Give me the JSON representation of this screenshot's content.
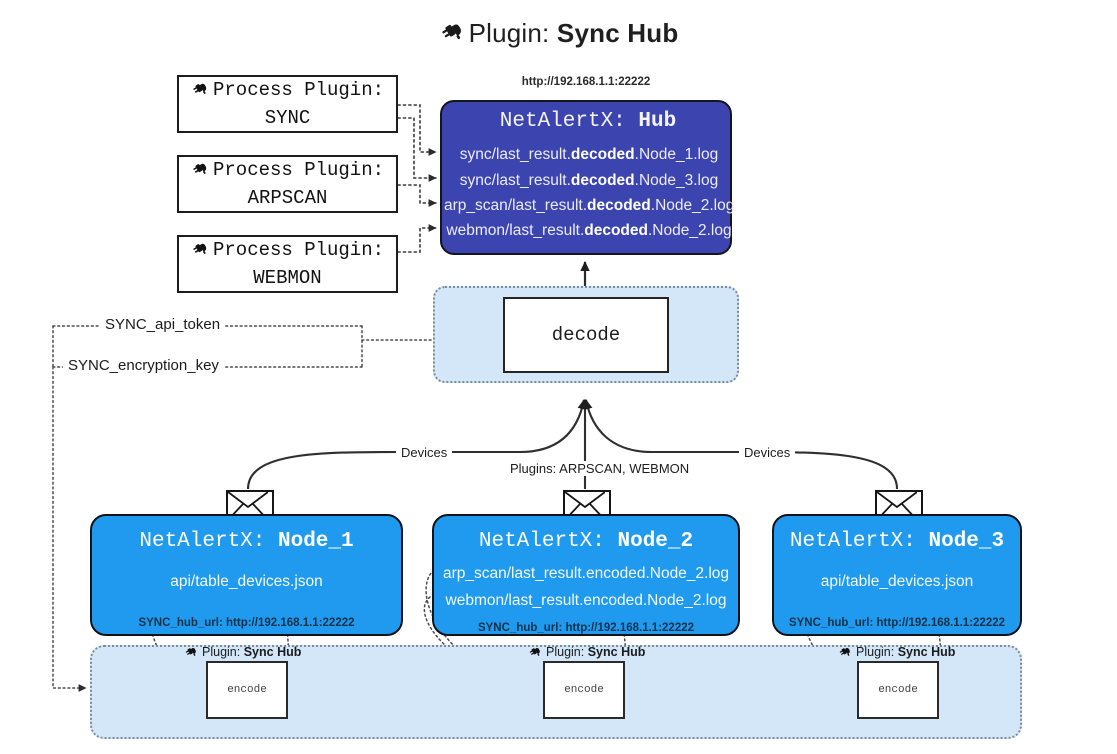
{
  "title": {
    "icon": "plug-icon",
    "prefix": "Plugin:",
    "name": "Sync Hub"
  },
  "process_plugins": [
    {
      "icon": "plug-icon",
      "line1": "Process Plugin:",
      "line2": "SYNC"
    },
    {
      "icon": "plug-icon",
      "line1": "Process Plugin:",
      "line2": "ARPSCAN"
    },
    {
      "icon": "plug-icon",
      "line1": "Process Plugin:",
      "line2": "WEBMON"
    }
  ],
  "hub": {
    "url": "http://192.168.1.1:22222",
    "title_prefix": "NetAlertX:",
    "title_name": "Hub",
    "logs": [
      {
        "pre": "sync/last_result.",
        "mid": "decoded",
        "post": ".Node_1.log"
      },
      {
        "pre": "sync/last_result.",
        "mid": "decoded",
        "post": ".Node_3.log"
      },
      {
        "pre": "arp_scan/last_result.",
        "mid": "decoded",
        "post": ".Node_2.log"
      },
      {
        "pre": "webmon/last_result.",
        "mid": "decoded",
        "post": ".Node_2.log"
      }
    ]
  },
  "decode": {
    "label": "decode"
  },
  "settings": {
    "api_token": "SYNC_api_token",
    "encryption_key": "SYNC_encryption_key"
  },
  "edge_labels": {
    "devices_left": "Devices",
    "devices_right": "Devices",
    "plugins_center": "Plugins: ARPSCAN, WEBMON"
  },
  "nodes": [
    {
      "title_prefix": "NetAlertX:",
      "title_name": "Node_1",
      "lines": [
        "api/table_devices.json"
      ],
      "url_key": "SYNC_hub_url:",
      "url_value": "http://192.168.1.1:22222",
      "envelope": "envelope-icon"
    },
    {
      "title_prefix": "NetAlertX:",
      "title_name": "Node_2",
      "lines": [
        "arp_scan/last_result.encoded.Node_2.log",
        "webmon/last_result.encoded.Node_2.log"
      ],
      "url_key": "SYNC_hub_url:",
      "url_value": "http://192.168.1.1:22222",
      "envelope": "envelope-icon"
    },
    {
      "title_prefix": "NetAlertX:",
      "title_name": "Node_3",
      "lines": [
        "api/table_devices.json"
      ],
      "url_key": "SYNC_hub_url:",
      "url_value": "http://192.168.1.1:22222",
      "envelope": "envelope-icon"
    }
  ],
  "encoders": [
    {
      "icon": "plug-icon",
      "prefix": "Plugin:",
      "name": "Sync Hub",
      "box_label": "encode"
    },
    {
      "icon": "plug-icon",
      "prefix": "Plugin:",
      "name": "Sync Hub",
      "box_label": "encode"
    },
    {
      "icon": "plug-icon",
      "prefix": "Plugin:",
      "name": "Sync Hub",
      "box_label": "encode"
    }
  ],
  "colors": {
    "hub_fill": "#3c44b0",
    "node_fill": "#1f9aef",
    "group_fill": "#d4e7f9",
    "group_border": "#7a8b9c",
    "stroke": "#1a1a1a"
  }
}
